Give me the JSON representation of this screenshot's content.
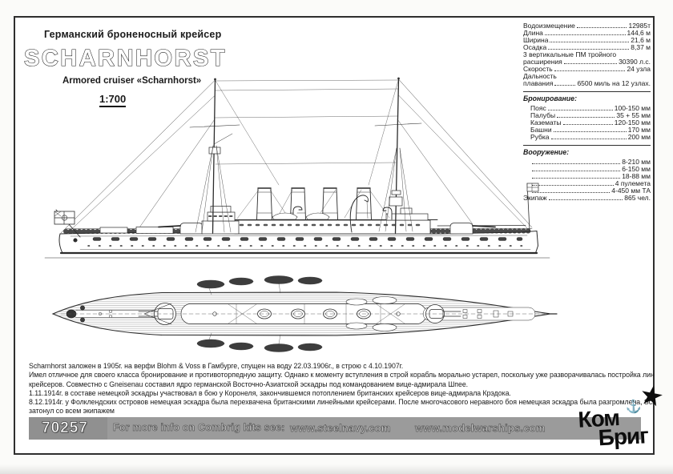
{
  "header": {
    "kind_ru": "Германский броненосный крейсер",
    "title": "SCHARNHORST",
    "kind_en": "Armored cruiser «Scharnhorst»",
    "scale": "1:700"
  },
  "specs": {
    "main": [
      {
        "label": "Водоизмещение",
        "value": "12985т"
      },
      {
        "label": "Длина",
        "value": "144,6 м"
      },
      {
        "label": "Ширина",
        "value": "21,6 м"
      },
      {
        "label": "Осадка",
        "value": "8,37 м"
      },
      {
        "label": "3 вертикальные ПМ тройного",
        "value": ""
      },
      {
        "label": "расширения",
        "value": "30390 л.с."
      },
      {
        "label": "Скорость",
        "value": "24 узла"
      },
      {
        "label": "Дальность",
        "value": ""
      },
      {
        "label": "плавания",
        "value": "6500 миль на 12 узлах."
      }
    ],
    "armor_heading": "Бронирование:",
    "armor": [
      {
        "label": "Пояс",
        "value": "100-150 мм"
      },
      {
        "label": "Палубы",
        "value": "35 + 55 мм"
      },
      {
        "label": "Казематы",
        "value": "120-150 мм"
      },
      {
        "label": "Башни",
        "value": "170 мм"
      },
      {
        "label": "Рубка",
        "value": "200 мм"
      }
    ],
    "armament_heading": "Вооружение:",
    "armament": [
      {
        "label": "",
        "value": "8-210 мм"
      },
      {
        "label": "",
        "value": "6-150 мм"
      },
      {
        "label": "",
        "value": "18-88 мм"
      },
      {
        "label": "",
        "value": "4 пулемета"
      },
      {
        "label": "",
        "value": "4-450 мм ТА"
      },
      {
        "label": "Экипаж",
        "value": "865 чел.",
        "flush": true
      }
    ]
  },
  "history": {
    "lines": [
      "Scharnhorst заложен в 1905г. на верфи Blohm & Voss в Гамбурге, спущен на воду 22.03.1906г., в строю с 4.10.1907г.",
      "Имел отличное для своего класса бронирование и противоторпедную защиту. Однако к моменту вступления в строй корабль морально устарел, поскольку уже разворачивалась постройка линейных",
      "крейсеров. Совместно с Gneisenau составил ядро германской Восточно-Азиатской эскадры под командованием вице-адмирала Шпее.",
      "1.11.1914г. в составе немецкой эскадры участвовал в бою у Коронеля, закончившемся потоплением британских крейсеров вице-адмирала Крэдока.",
      "8.12.1914г. у Фолклендских островов немецкая эскадра была перехвачена британскими линейными крейсерами. После многочасового неравного боя немецкая эскадра была разгромлена, Scharnhorst",
      "затонул со всем экипажем"
    ]
  },
  "footer": {
    "kit_number": "70257",
    "info_label": "For more info on Combrig kits see:",
    "links": [
      "www.steelnavy.com",
      "www.modelwarships.com"
    ]
  },
  "logo": {
    "line1": "Ком",
    "line2": "Бриг",
    "star_icon": "★",
    "anchor_icon": "⚓"
  },
  "colors": {
    "bar_gray": "#9b9b9b",
    "ink": "#1a1a1a",
    "paper": "#ffffff"
  },
  "drawings": {
    "side_profile": "side profile line drawing of armored cruiser Scharnhorst",
    "plan_view": "top-down deck plan line drawing of armored cruiser Scharnhorst"
  }
}
